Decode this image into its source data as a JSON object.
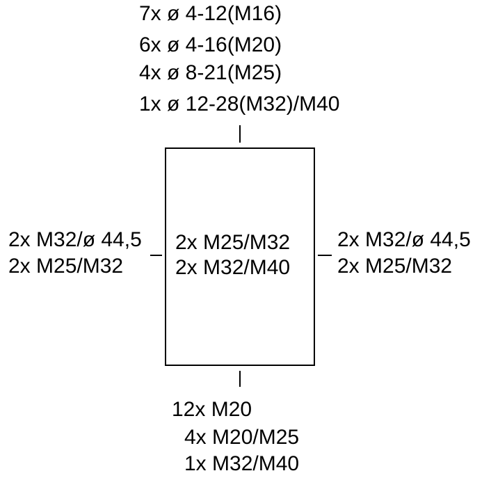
{
  "top": [
    "7x ø 4-12(M16)",
    "6x ø 4-16(M20)",
    "4x ø 8-21(M25)",
    "1x ø 12-28(M32)/M40"
  ],
  "left": [
    "2x M32/ø 44,5",
    "2x M25/M32"
  ],
  "right": [
    "2x M32/ø 44,5",
    "2x M25/M32"
  ],
  "center": [
    "2x M25/M32",
    "2x M32/M40"
  ],
  "bottom": [
    "12x M20",
    "4x M20/M25",
    "1x M32/M40"
  ]
}
